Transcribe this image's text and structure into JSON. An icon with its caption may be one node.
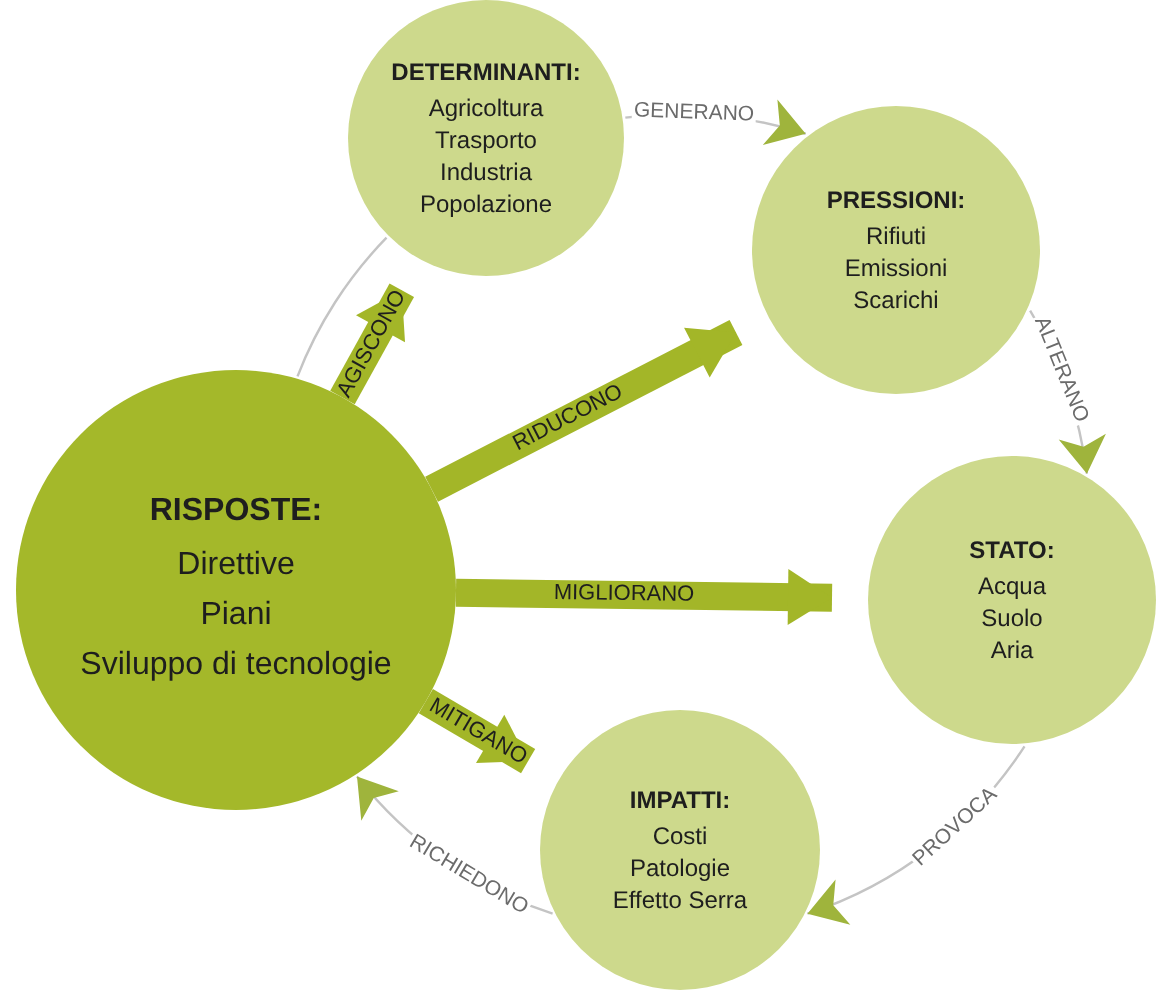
{
  "diagram": {
    "nodes": [
      {
        "text": [
          "DETERMINANTI:",
          "Agricoltura",
          "Trasporto",
          "Industria",
          "Popolazione"
        ]
      },
      {
        "text": [
          "PRESSIONI:",
          "Rifiuti",
          "Emissioni",
          "Scarichi"
        ]
      },
      {
        "text": [
          "RISPOSTE:",
          "Direttive",
          "Piani",
          "Sviluppo di tecnologie"
        ]
      },
      {
        "text": [
          "STATO:",
          "Acqua",
          "Suolo",
          "Aria"
        ]
      },
      {
        "text": [
          "IMPATTI:",
          "Costi",
          "Patologie",
          "Effetto Serra"
        ]
      }
    ],
    "edges": [
      {
        "from": 0,
        "to": 1,
        "arrow": "to",
        "label": "GENERANO"
      },
      {
        "from": 1,
        "to": 3,
        "arrow": "to",
        "label": "ALTERANO"
      },
      {
        "from": 3,
        "to": 4,
        "arrow": "to",
        "label": "PROVOCA"
      },
      {
        "from": 4,
        "to": 2,
        "arrow": "to",
        "label": "RICHIEDONO"
      },
      {
        "from": 2,
        "to": 0,
        "arrow": "none"
      },
      {
        "from": 2,
        "to": 0,
        "arrow": "to",
        "label": "AGISCONO",
        "style": "thick",
        "color": "#a3b628"
      },
      {
        "from": 2,
        "to": 1,
        "arrow": "to",
        "label": "RIDUCONO",
        "style": "thick",
        "color": "#a3b628"
      },
      {
        "from": 2,
        "to": 3,
        "arrow": "to",
        "label": "MIGLIORANO",
        "style": "thick",
        "color": "#a3b628"
      },
      {
        "from": 2,
        "to": 4,
        "arrow": "to",
        "label": "MITIGANO",
        "style": "thick",
        "color": "#a3b628"
      }
    ]
  }
}
